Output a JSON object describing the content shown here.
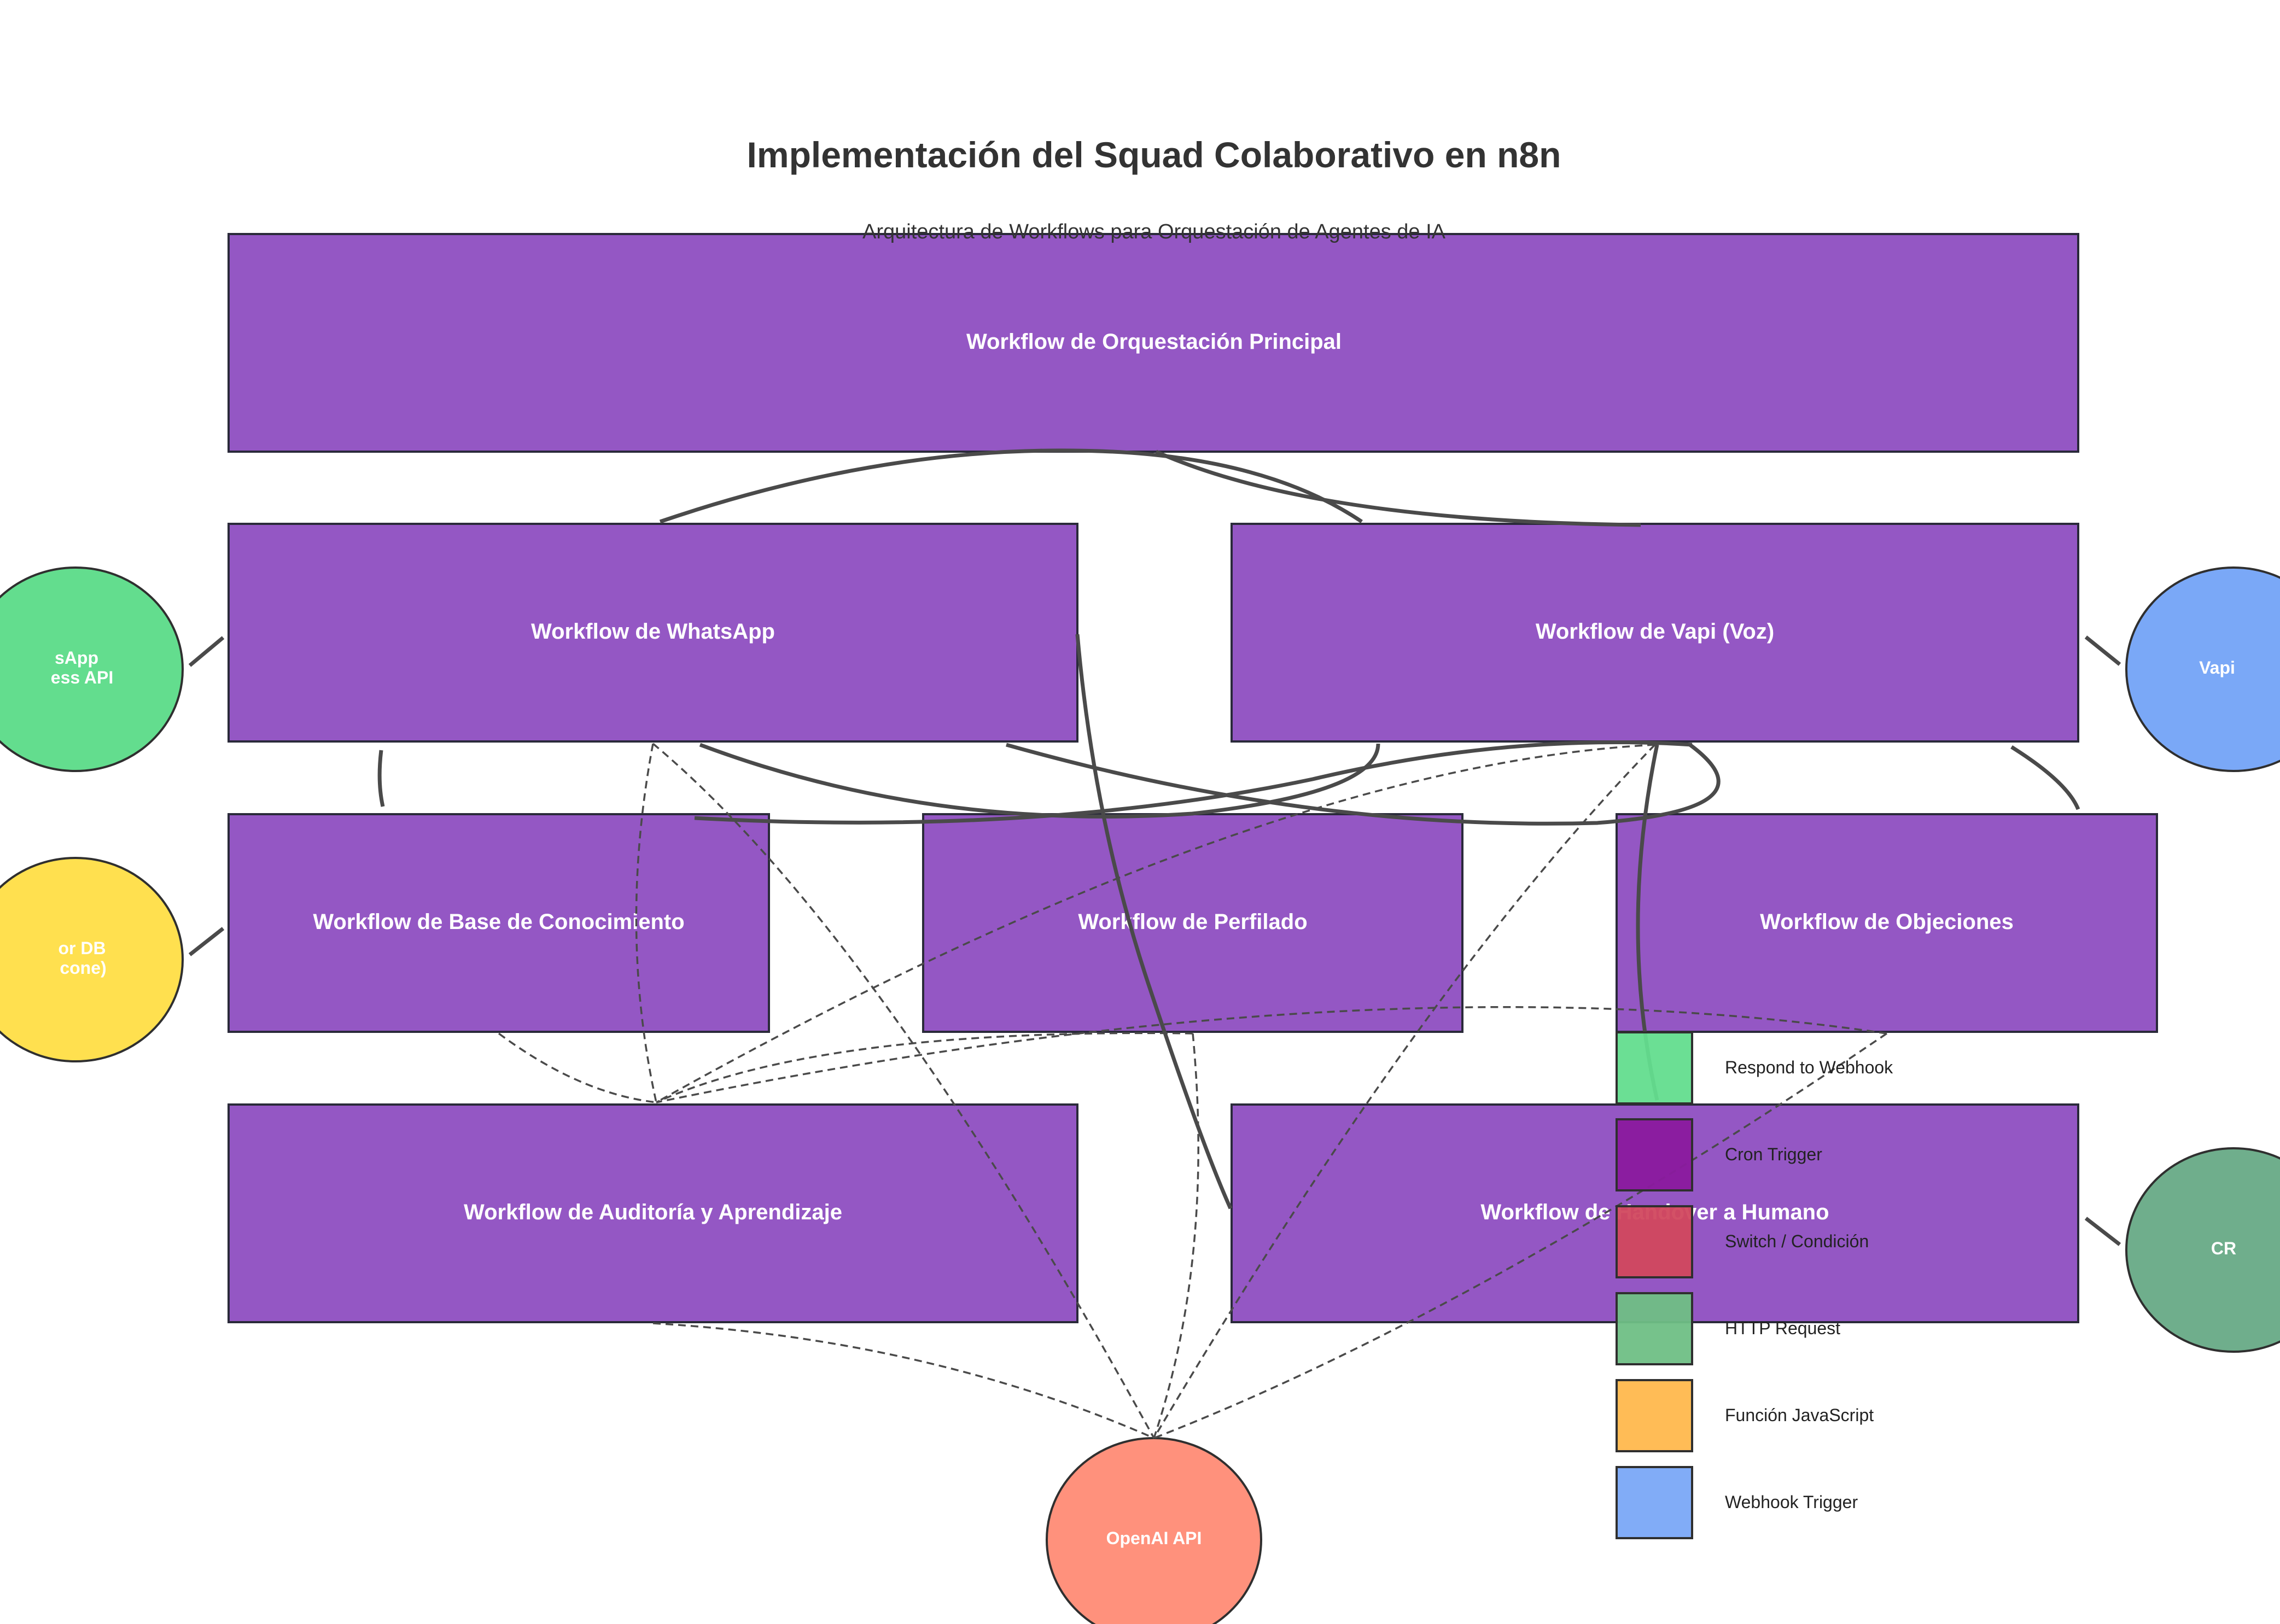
{
  "header": {
    "title": "Implementación del Squad Colaborativo en n8n",
    "subtitle": "Arquitectura de Workflows para Orquestación de Agentes de IA"
  },
  "workflows": {
    "main": "Workflow de Orquestación Principal",
    "whatsapp": "Workflow de WhatsApp",
    "vapi": "Workflow de Vapi (Voz)",
    "knowledge": "Workflow de Base de Conocimiento",
    "profiling": "Workflow de Perfilado",
    "objections": "Workflow de Objeciones",
    "audit": "Workflow de Auditoría y Aprendizaje",
    "handover": "Workflow de Handover a Humano"
  },
  "external_services": {
    "whatsapp_api": [
      "sApp",
      "ess API"
    ],
    "vector_db": [
      "or DB",
      "cone)"
    ],
    "vapi": "Vapi",
    "crm": "CR",
    "openai": "OpenAI API"
  },
  "legend": [
    {
      "label": "Respond to Webhook",
      "color": "#63dd8e"
    },
    {
      "label": "Cron Trigger",
      "color": "#8a1a9e"
    },
    {
      "label": "Switch / Condición",
      "color": "#d1485e"
    },
    {
      "label": "HTTP Request",
      "color": "#6fbf85"
    },
    {
      "label": "Función JavaScript",
      "color": "#ffb84d"
    },
    {
      "label": "Webhook Trigger",
      "color": "#7aa8f7"
    }
  ],
  "colors": {
    "workflow_box": "#9457c4",
    "whatsapp_api": "#63dd8e",
    "vector_db": "#ffe04f",
    "vapi": "#7aa8f7",
    "crm": "#6fae8c",
    "openai": "#ff917c"
  }
}
